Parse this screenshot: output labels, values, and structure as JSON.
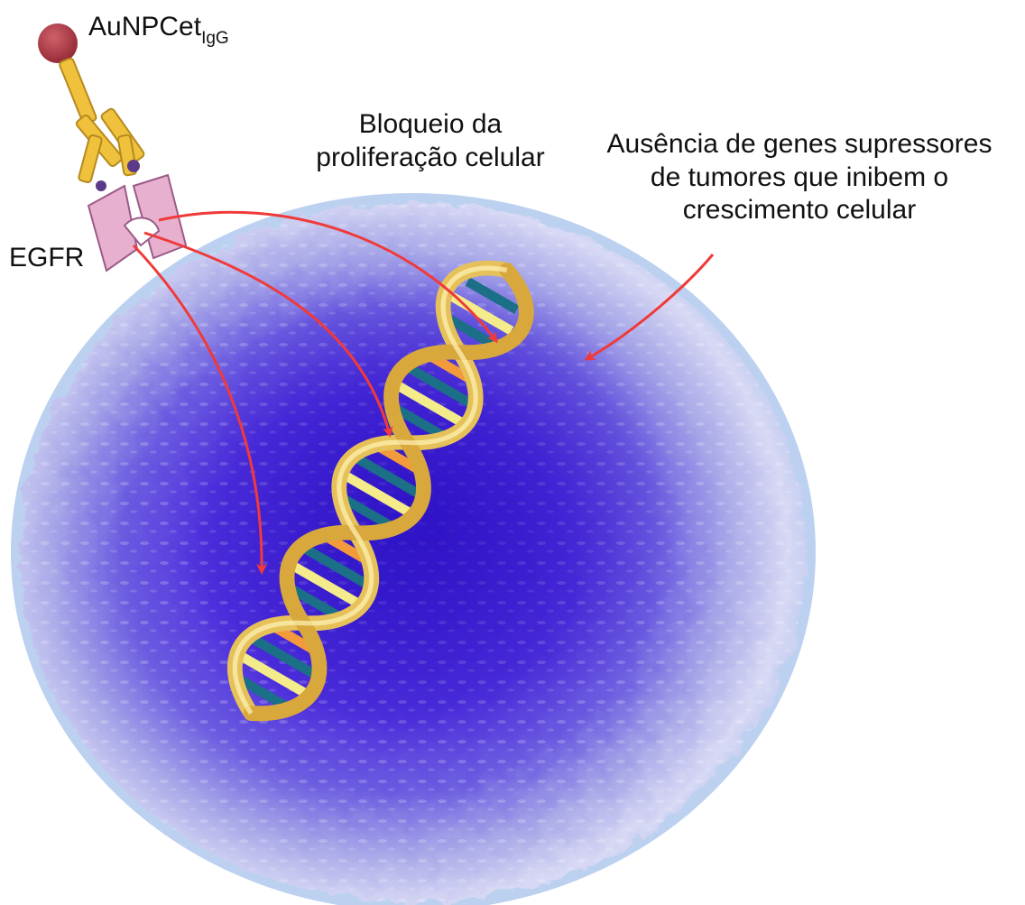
{
  "labels": {
    "nanoparticle": {
      "main": "AuNPCet",
      "subscript": "IgG"
    },
    "receptor": "EGFR",
    "blocking": [
      "Bloqueio da",
      "proliferação celular"
    ],
    "genes": [
      "Ausência de genes supressores",
      "de tumores que inibem o",
      "crescimento celular"
    ]
  },
  "colors": {
    "nanoparticle": "#b5404c",
    "antibody": "#f0c13c",
    "receptor": "#e7b0cf",
    "arrow": "#f03a3a",
    "cell_core": "#4a2fd8",
    "cell_rim": "#c9cdf2",
    "dna_backbone": "#e6c15a",
    "dna_bar_teal": "#1b6f86",
    "dna_bar_yellow": "#f4ec8a",
    "dna_bar_orange": "#f29a3c"
  }
}
